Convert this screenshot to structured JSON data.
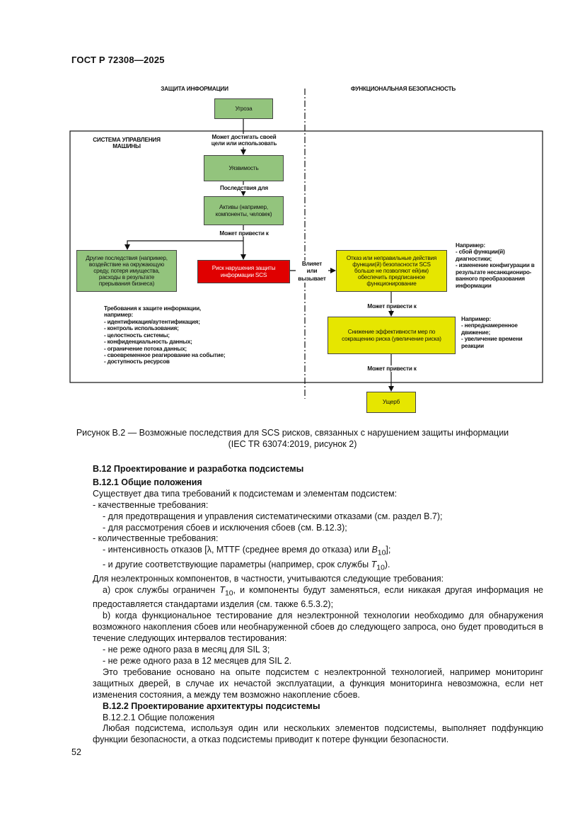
{
  "header": {
    "doc_id": "ГОСТ Р 72308—2025"
  },
  "diagram": {
    "col_left_title": "ЗАЩИТА ИНФОРМАЦИИ",
    "col_right_title": "ФУНКЦИОНАЛЬНАЯ БЕЗОПАСНОСТЬ",
    "system_title": "СИСТЕМА УПРАВЛЕНИЯ\nМАШИНЫ",
    "box_threat": "Угроза",
    "label_may_reach": "Может достигать своей\nцели или использовать",
    "box_vulnerability": "Уязвимость",
    "label_consequences": "Последствия для",
    "box_assets": "Активы (например,\nкомпоненты, человек)",
    "label_may_lead_1": "Может привести к",
    "box_other_consequences": "Другие последствия (например,\nвоздействие на окружающую\nсреду, потеря имущества,\nрасходы в результате\nпрерывания бизнеса)",
    "box_risk": "Риск нарушения защиты\nинформации SCS",
    "label_affects": "Влияет\nили\nвызывает",
    "box_failure": "Отказ или неправильные действия\nфункции(й) безопасности SCS\nбольше не позволяют ей(им)\nобеспечить  предписанное\nфункционирование",
    "note_example_1": "Например:\n- сбой функции(й)\nдиагностики;\n- изменение конфигурации в\nрезультате несанкциониро-\nванного преобразования\nинформации",
    "requirements": "Требования к защите информации,\nнапример:\n- идентификация/аутентификация;\n- контроль использования;\n- целостность системы;\n- конфиденциальность данных;\n- ограничение потока данных;\n- своевременное реагирование на событие;\n- доступность ресурсов",
    "label_may_lead_2": "Может привести к",
    "box_reduction": "Снижение эффективности мер по\nсокращению риска (увеличение риска)",
    "note_example_2": "Например:\n- непреднамеренное\nдвижение;\n- увеличение времени\nреакции",
    "label_may_lead_3": "Может привести к",
    "box_damage": "Ущерб"
  },
  "caption": {
    "line1": "Рисунок B.2 — Возможные последствия для SCS рисков, связанных с нарушением защиты информации",
    "line2": "(IEC TR 63074:2019, рисунок 2)"
  },
  "body": {
    "h_b12": "B.12 Проектирование и разработка подсистемы",
    "h_b121": "B.12.1 Общие положения",
    "p1": "Существует два типа требований к подсистемам и элементам подсистем:",
    "p2": "- качественные требования:",
    "p3": "- для предотвращения и управления систематическими отказами (см. раздел B.7);",
    "p4": "- для рассмотрения сбоев и исключения сбоев (см. B.12.3);",
    "p5": "- количественные требования:",
    "p6a": "- интенсивность отказов [λ, MTTF (среднее время до отказа) или ",
    "p6b": "B",
    "p6c": "10",
    "p6d": "];",
    "p7a": "- и другие соответствующие параметры (например, срок службы ",
    "p7b": "T",
    "p7c": "10",
    "p7d": ").",
    "p8": "Для неэлектронных компонентов, в частности, учитываются следующие требования:",
    "p9a": "a) срок службы ограничен ",
    "p9b": "T",
    "p9c": "10",
    "p9d": ", и компоненты будут заменяться, если никакая другая информация не предоставляется стандартами изделия (см. также 6.5.3.2);",
    "p10": "b) когда функциональное тестирование для неэлектронной технологии необходимо для обнаружения возможного накопления сбоев или необнаруженной сбоев до следующего запроса, оно будет проводиться в течение следующих интервалов тестирования:",
    "p11": "- не реже одного раза в месяц для SIL 3;",
    "p12": "- не реже одного раза в 12 месяцев для SIL 2.",
    "p13": "Это требование основано на опыте подсистем с неэлектронной технологией, например мониторинг защитных дверей, в случае их нечастой эксплуатации, а функция мониторинга невозможна, если нет изменения состояния, а между тем возможно накопление сбоев.",
    "h_b122": "B.12.2 Проектирование архитектуры подсистемы",
    "h_b1221": "B.12.2.1 Общие положения",
    "p14": "Любая подсистема, используя один или нескольких элементов подсистемы, выполняет подфункцию функции безопасности, а отказ подсистемы приводит к потере функции безопасности."
  },
  "footer": {
    "page_number": "52"
  },
  "colors": {
    "green": "#93c47d",
    "red": "#e00000",
    "yellow": "#e6e600"
  }
}
